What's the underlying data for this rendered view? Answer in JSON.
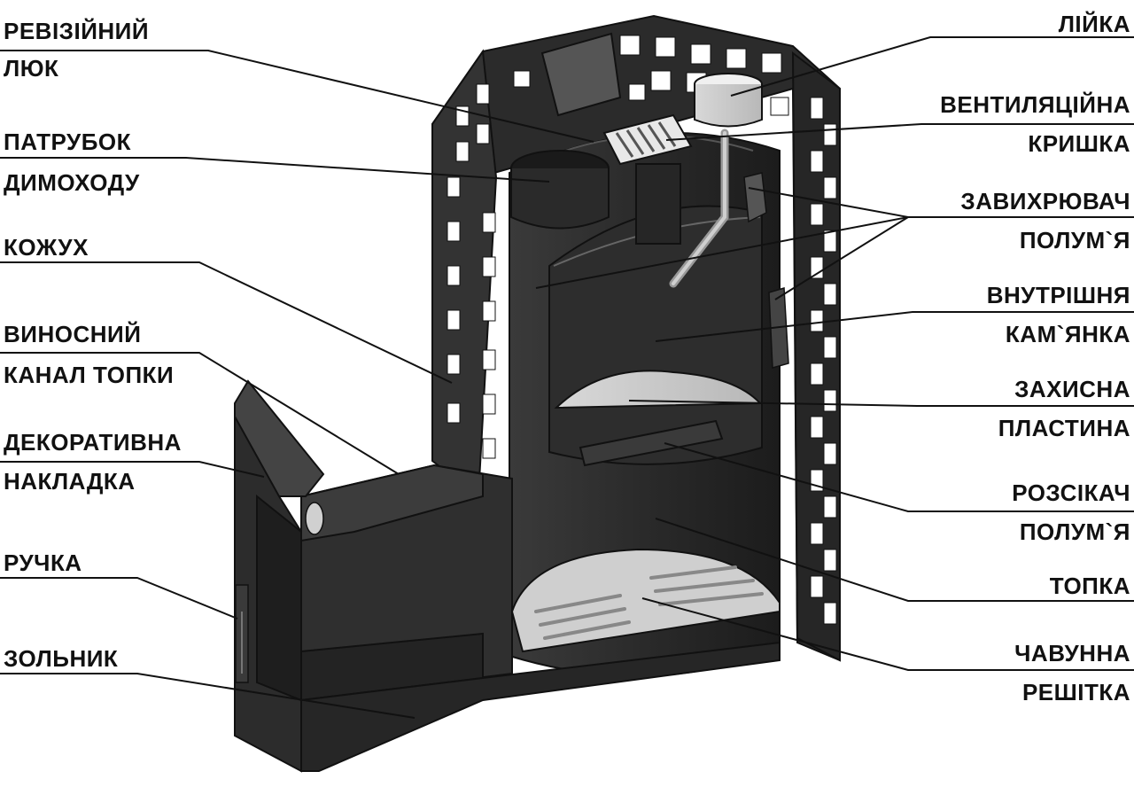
{
  "labels_left": [
    {
      "id": "inspection-hatch",
      "line1": "РЕВІЗІЙНИЙ",
      "line2": "ЛЮК"
    },
    {
      "id": "chimney-pipe",
      "line1": "ПАТРУБОК",
      "line2": "ДИМОХОДУ"
    },
    {
      "id": "casing",
      "line1": "КОЖУХ",
      "line2": ""
    },
    {
      "id": "firebox-channel",
      "line1": "ВИНОСНИЙ",
      "line2": "КАНАЛ ТОПКИ"
    },
    {
      "id": "decorative-cover",
      "line1": "ДЕКОРАТИВНА",
      "line2": "НАКЛАДКА"
    },
    {
      "id": "handle",
      "line1": "РУЧКА",
      "line2": ""
    },
    {
      "id": "ash-pan",
      "line1": "ЗОЛЬНИК",
      "line2": ""
    }
  ],
  "labels_right": [
    {
      "id": "funnel",
      "line1": "ЛІЙКА",
      "line2": ""
    },
    {
      "id": "vent-cover",
      "line1": "ВЕНТИЛЯЦІЙНА",
      "line2": "КРИШКА"
    },
    {
      "id": "flame-swirler",
      "line1": "ЗАВИХРЮВАЧ",
      "line2": "ПОЛУМ`Я"
    },
    {
      "id": "inner-stone-chamber",
      "line1": "ВНУТРІШНЯ",
      "line2": "КАМ`ЯНКА"
    },
    {
      "id": "protective-plate",
      "line1": "ЗАХИСНА",
      "line2": "ПЛАСТИНА"
    },
    {
      "id": "flame-divider",
      "line1": "РОЗСІКАЧ",
      "line2": "ПОЛУМ`Я"
    },
    {
      "id": "firebox",
      "line1": "ТОПКА",
      "line2": ""
    },
    {
      "id": "cast-iron-grate",
      "line1": "ЧАВУННА",
      "line2": "РЕШІТКА"
    }
  ]
}
